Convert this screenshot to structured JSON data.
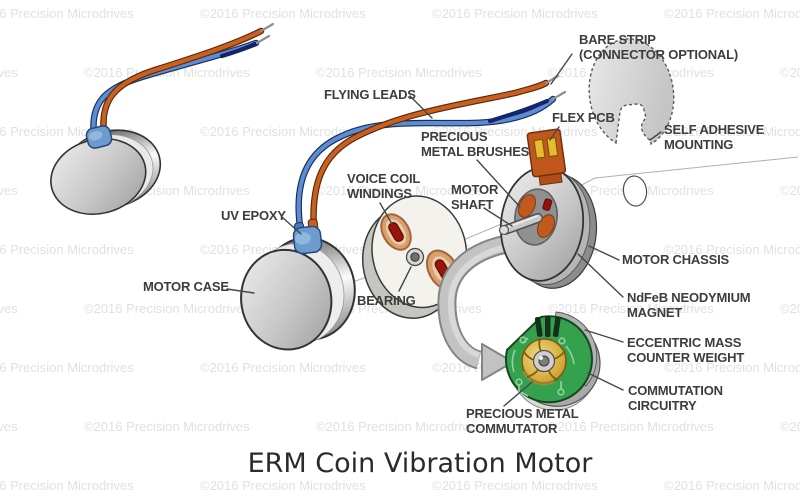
{
  "title": "ERM Coin Vibration Motor",
  "watermark": {
    "text": "©2016 Precision Microdrives"
  },
  "colors": {
    "wire_orange": "#c9601f",
    "wire_blue": "#5b8dd6",
    "epoxy_blue": "#6b9ccd",
    "pcb_green": "#35a14f",
    "commutator_gold": "#d4ab3a",
    "label_text": "#3d3d3d",
    "watermark_gray": "#cccccc"
  },
  "labels": {
    "flying_leads": {
      "l1": "FLYING LEADS"
    },
    "bare_strip": {
      "l1": "BARE STRIP",
      "l2": "(CONNECTOR OPTIONAL)"
    },
    "flex_pcb": {
      "l1": "FLEX PCB"
    },
    "self_adhesive": {
      "l1": "SELF ADHESIVE",
      "l2": "MOUNTING"
    },
    "precious_brushes": {
      "l1": "PRECIOUS",
      "l2": "METAL BRUSHES"
    },
    "motor_shaft": {
      "l1": "MOTOR",
      "l2": "SHAFT"
    },
    "voice_coil": {
      "l1": "VOICE COIL",
      "l2": "WINDINGS"
    },
    "uv_epoxy": {
      "l1": "UV EPOXY"
    },
    "motor_case": {
      "l1": "MOTOR CASE"
    },
    "bearing": {
      "l1": "BEARING"
    },
    "motor_chassis": {
      "l1": "MOTOR CHASSIS"
    },
    "ndfeb": {
      "l1": "NdFeB NEODYMIUM",
      "l2": "MAGNET"
    },
    "eccentric_mass": {
      "l1": "ECCENTRIC MASS",
      "l2": "COUNTER WEIGHT"
    },
    "commutation": {
      "l1": "COMMUTATION",
      "l2": "CIRCUITRY"
    },
    "commutator": {
      "l1": "PRECIOUS METAL",
      "l2": "COMMUTATOR"
    }
  }
}
